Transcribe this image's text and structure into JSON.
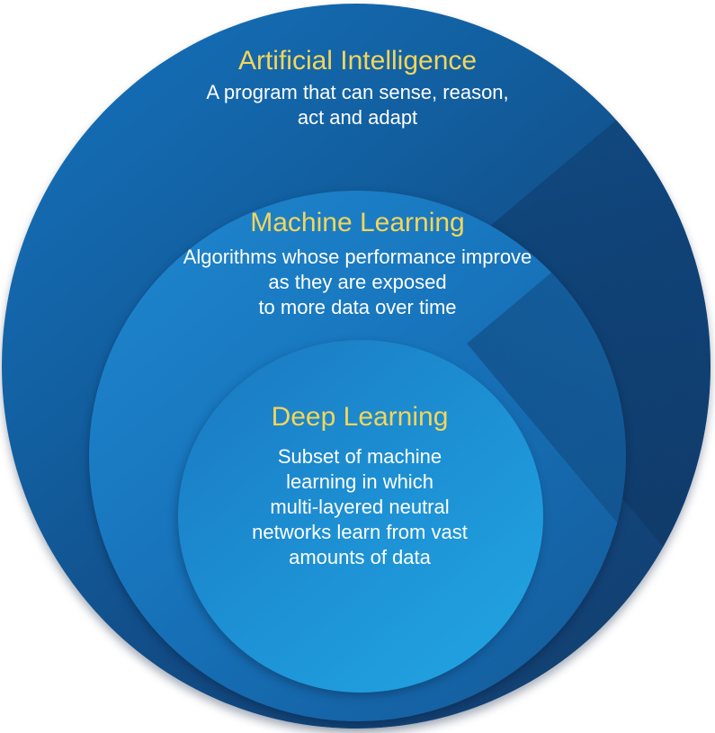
{
  "diagram": {
    "colors": {
      "title_text": "#f3d55b",
      "description_text": "#ffffff",
      "outer_circle": "#125fa0",
      "middle_circle": "#1876be",
      "inner_circle": "#1d90d4"
    },
    "outer": {
      "title": "Artificial Intelligence",
      "description_lines": [
        "A program that can sense, reason,",
        "act and adapt"
      ]
    },
    "middle": {
      "title": "Machine Learning",
      "description_lines": [
        "Algorithms whose performance improve",
        "as they are exposed",
        "to more data over time"
      ]
    },
    "inner": {
      "title": "Deep Learning",
      "description_lines": [
        "Subset of machine",
        "learning in which",
        "multi-layered neutral",
        "networks learn from vast",
        "amounts of data"
      ]
    }
  }
}
